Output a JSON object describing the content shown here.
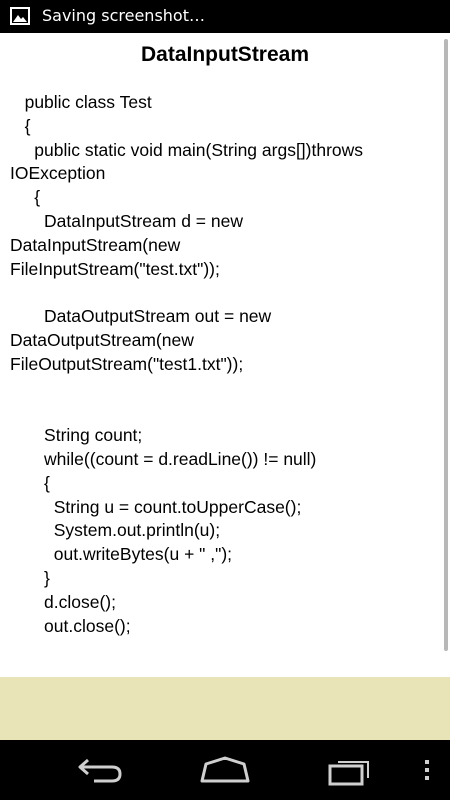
{
  "status_bar": {
    "text": "Saving screenshot…",
    "icon": "image-icon"
  },
  "page": {
    "title": "DataInputStream"
  },
  "code_lines": [
    "   public class Test",
    "   {",
    "     public static void main(String args[])throws",
    "IOException",
    "     {",
    "       DataInputStream d = new",
    "DataInputStream(new",
    "FileInputStream(\"test.txt\"));",
    "",
    "       DataOutputStream out = new",
    "DataOutputStream(new",
    "FileOutputStream(\"test1.txt\"));",
    "",
    "",
    "       String count;",
    "       while((count = d.readLine()) != null)",
    "       {",
    "         String u = count.toUpperCase();",
    "         System.out.println(u);",
    "         out.writeBytes(u + \" ,\");",
    "       }",
    "       d.close();",
    "       out.close();",
    "",
    "",
    "     }",
    "   }"
  ],
  "nav_bar": {
    "back": "back-icon",
    "home": "home-icon",
    "recent": "recent-apps-icon",
    "menu": "overflow-menu-icon"
  },
  "colors": {
    "status_bar": "#000000",
    "ad_area": "#e9e4b8",
    "nav_bar": "#000000",
    "nav_icon": "#cfcfcf"
  }
}
